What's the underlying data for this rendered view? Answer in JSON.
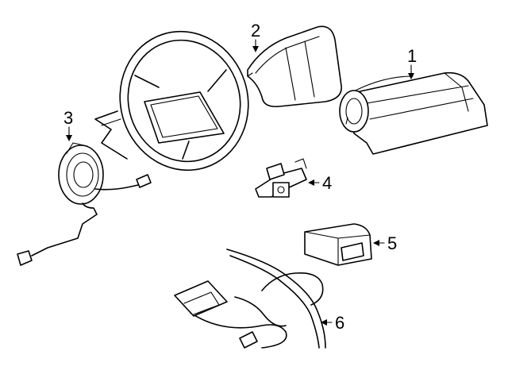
{
  "diagram": {
    "type": "exploded-parts-diagram",
    "callouts": [
      {
        "number": "1",
        "part": "passenger-airbag-module"
      },
      {
        "number": "2",
        "part": "driver-airbag-module"
      },
      {
        "number": "3",
        "part": "clockspring"
      },
      {
        "number": "4",
        "part": "sensor"
      },
      {
        "number": "5",
        "part": "control-module-cover"
      },
      {
        "number": "6",
        "part": "wiring-harness"
      }
    ],
    "colors": {
      "line": "#000000",
      "background": "#ffffff"
    }
  }
}
